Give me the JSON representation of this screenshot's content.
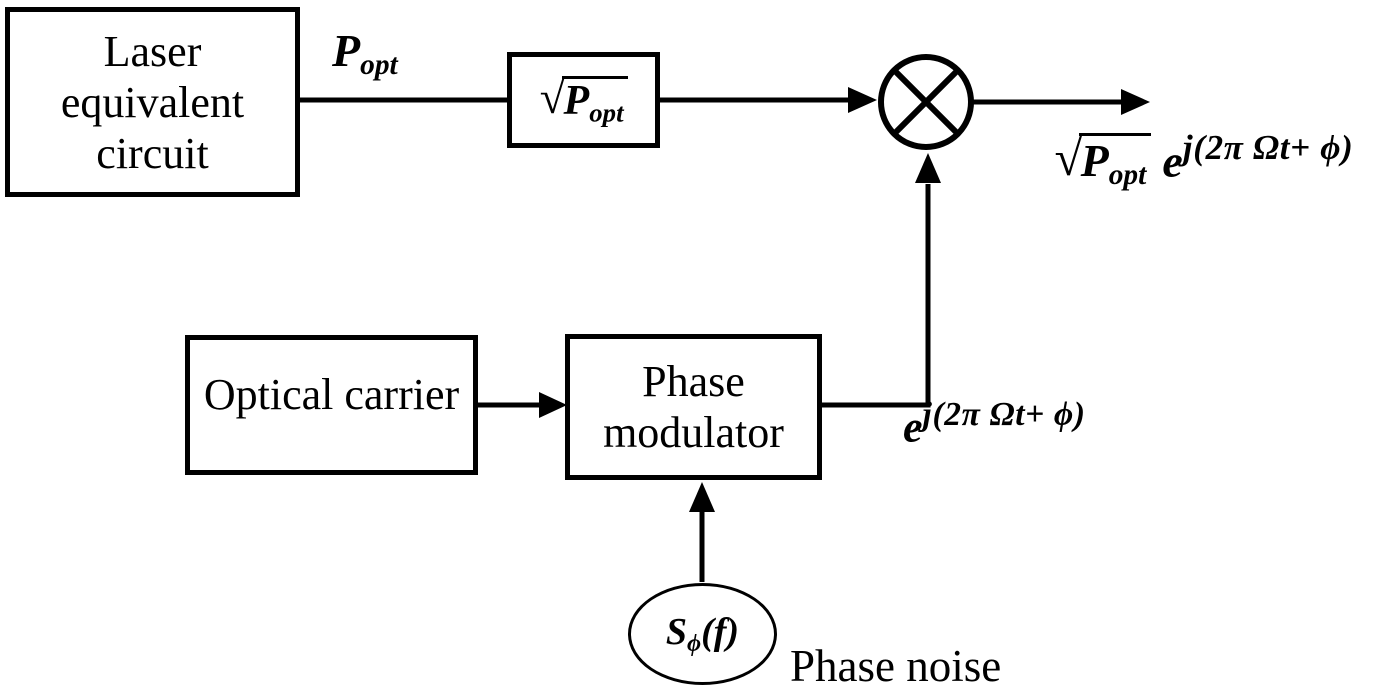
{
  "colors": {
    "ink": "#000000",
    "paper": "#ffffff"
  },
  "blocks": {
    "laser": {
      "lines": [
        "Laser",
        "equivalent",
        "circuit"
      ]
    },
    "sqrt_gain": {
      "radical": "√",
      "base": "P",
      "sub": "opt"
    },
    "optical_carrier": {
      "label": "Optical carrier"
    },
    "phase_modulator": {
      "lines": [
        "Phase",
        "modulator"
      ]
    },
    "noise_source": {
      "base": "S",
      "sub": "ϕ",
      "arg": "(f)"
    }
  },
  "labels": {
    "p_opt": {
      "base": "P",
      "sub": "opt"
    },
    "mixer_output": {
      "radical": "√",
      "base": "P",
      "sub": "opt",
      "e": "e",
      "exponent": "j(2π Ωt+ ϕ)"
    },
    "modulator_output": {
      "e": "e",
      "exponent": "j(2π Ωt+ ϕ)"
    },
    "phase_noise": "Phase noise"
  }
}
